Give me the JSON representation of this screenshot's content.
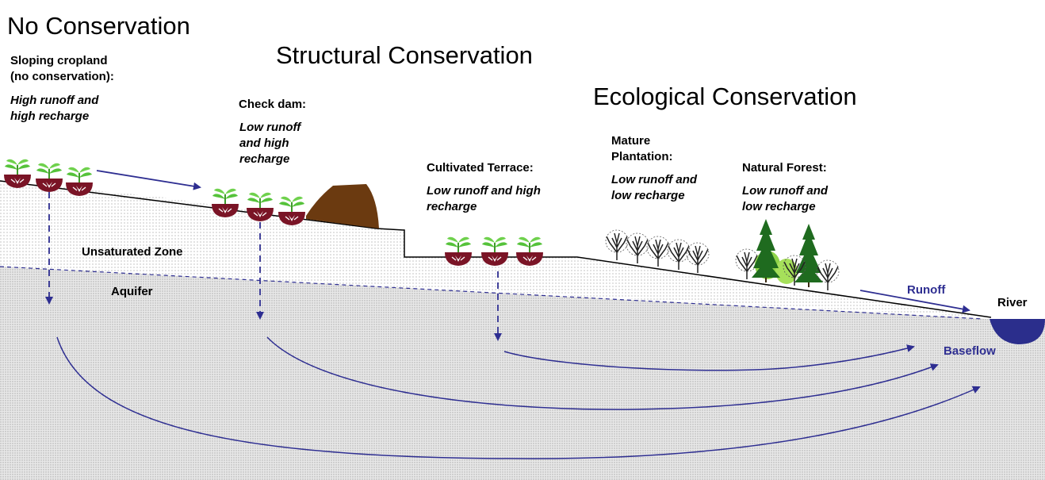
{
  "sections": {
    "no_conservation": {
      "title": "No Conservation",
      "name_line1": "Sloping cropland",
      "name_line2": "(no conservation):",
      "effect_line1": "High runoff and",
      "effect_line2": "high recharge"
    },
    "structural": {
      "title": "Structural Conservation",
      "check_dam": {
        "name": "Check dam:",
        "effect_line1": "Low runoff",
        "effect_line2": "and high",
        "effect_line3": "recharge"
      },
      "terrace": {
        "name": "Cultivated Terrace:",
        "effect_line1": "Low runoff and high",
        "effect_line2": "recharge"
      }
    },
    "ecological": {
      "title": "Ecological Conservation",
      "plantation": {
        "name_line1": "Mature",
        "name_line2": "Plantation:",
        "effect_line1": "Low runoff and",
        "effect_line2": "low recharge"
      },
      "forest": {
        "name": "Natural Forest:",
        "effect_line1": "Low runoff and",
        "effect_line2": "low recharge"
      }
    }
  },
  "zones": {
    "unsaturated": "Unsaturated Zone",
    "aquifer": "Aquifer"
  },
  "flows": {
    "runoff": "Runoff",
    "baseflow": "Baseflow",
    "river": "River"
  },
  "colors": {
    "flow_arrow": "#2e2e91",
    "soil_pit": "#7a1426",
    "sprout": "#55c23a",
    "check_dam": "#6b3a10",
    "river": "#2b2e8c",
    "conifer": "#1f6b1f",
    "shrub": "#8fd44a"
  }
}
